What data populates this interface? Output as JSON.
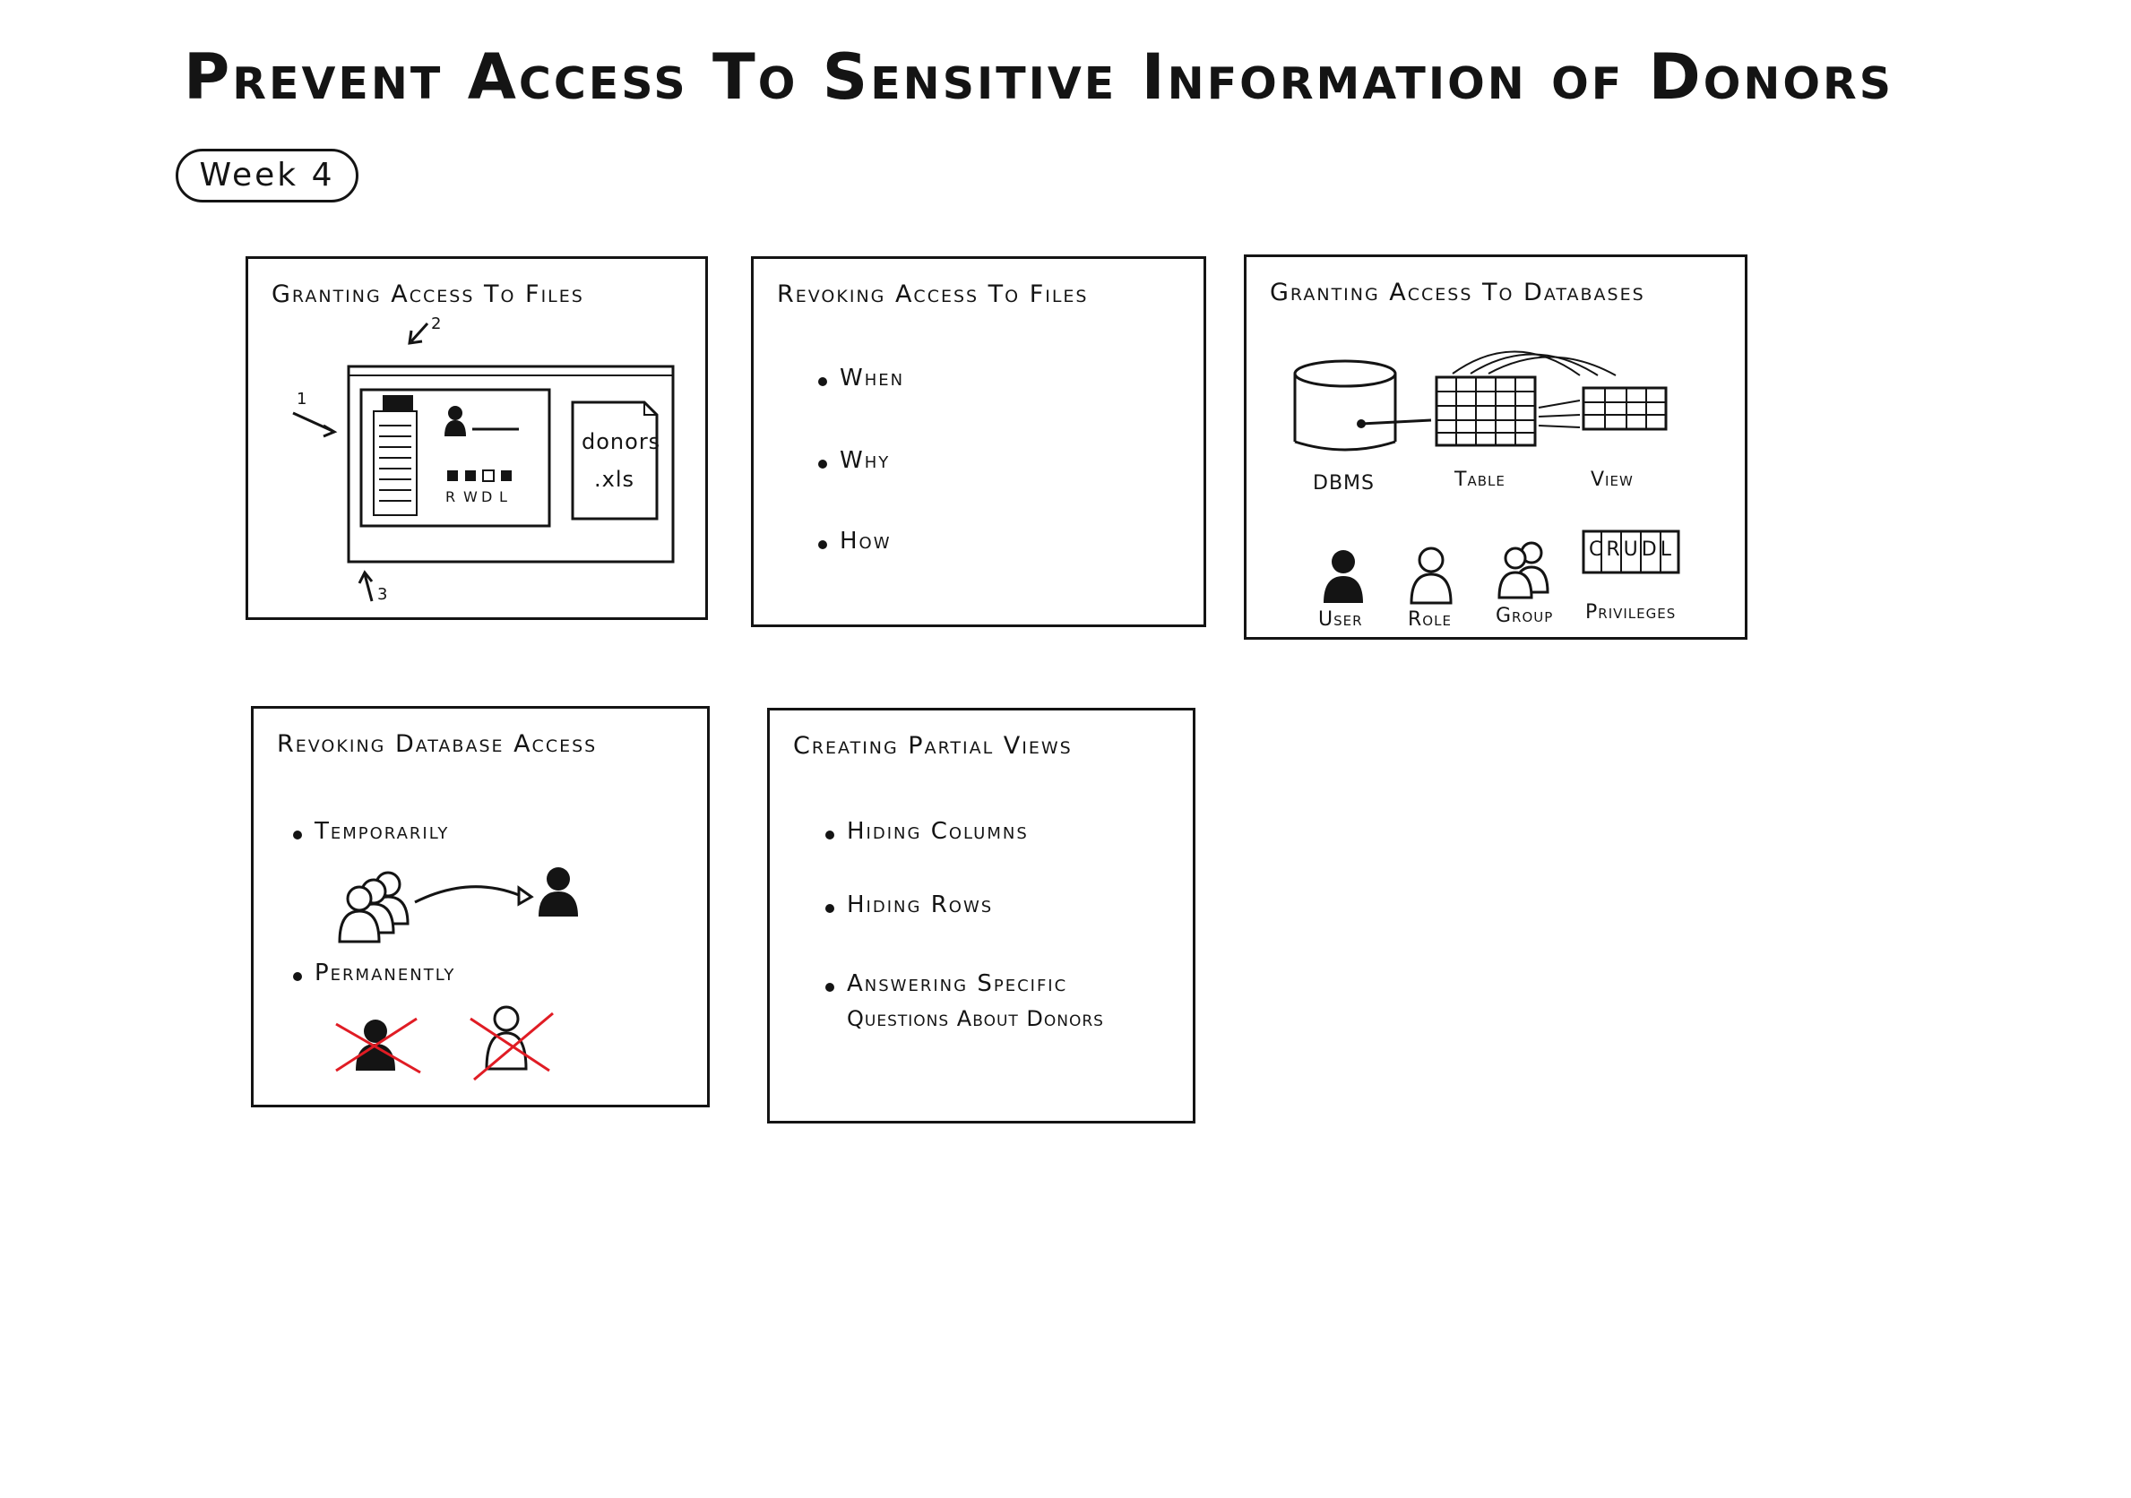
{
  "title": "Prevent Access To Sensitive Information of Donors",
  "week_label": "Week 4",
  "panels": {
    "p1": {
      "title": "Granting Access To Files",
      "perm_letters": [
        "R",
        "W",
        "D",
        "L"
      ],
      "file_name": "donors",
      "file_ext": ".xls",
      "callouts": [
        "1",
        "2",
        "3"
      ]
    },
    "p2": {
      "title": "Revoking Access To Files",
      "items": [
        "When",
        "Why",
        "How"
      ]
    },
    "p3": {
      "title": "Granting Access To Databases",
      "row1_labels": [
        "DBMS",
        "Table",
        "View"
      ],
      "row2_labels": [
        "User",
        "Role",
        "Group",
        "Privileges"
      ],
      "crudl": "CRUDL"
    },
    "p4": {
      "title": "Revoking Database Access",
      "items": [
        "Temporarily",
        "Permanently"
      ]
    },
    "p5": {
      "title": "Creating Partial Views",
      "items": [
        "Hiding Columns",
        "Hiding Rows",
        "Answering Specific",
        "Questions About Donors"
      ]
    }
  },
  "colors": {
    "ink": "#141414",
    "cross": "#e01c24"
  }
}
